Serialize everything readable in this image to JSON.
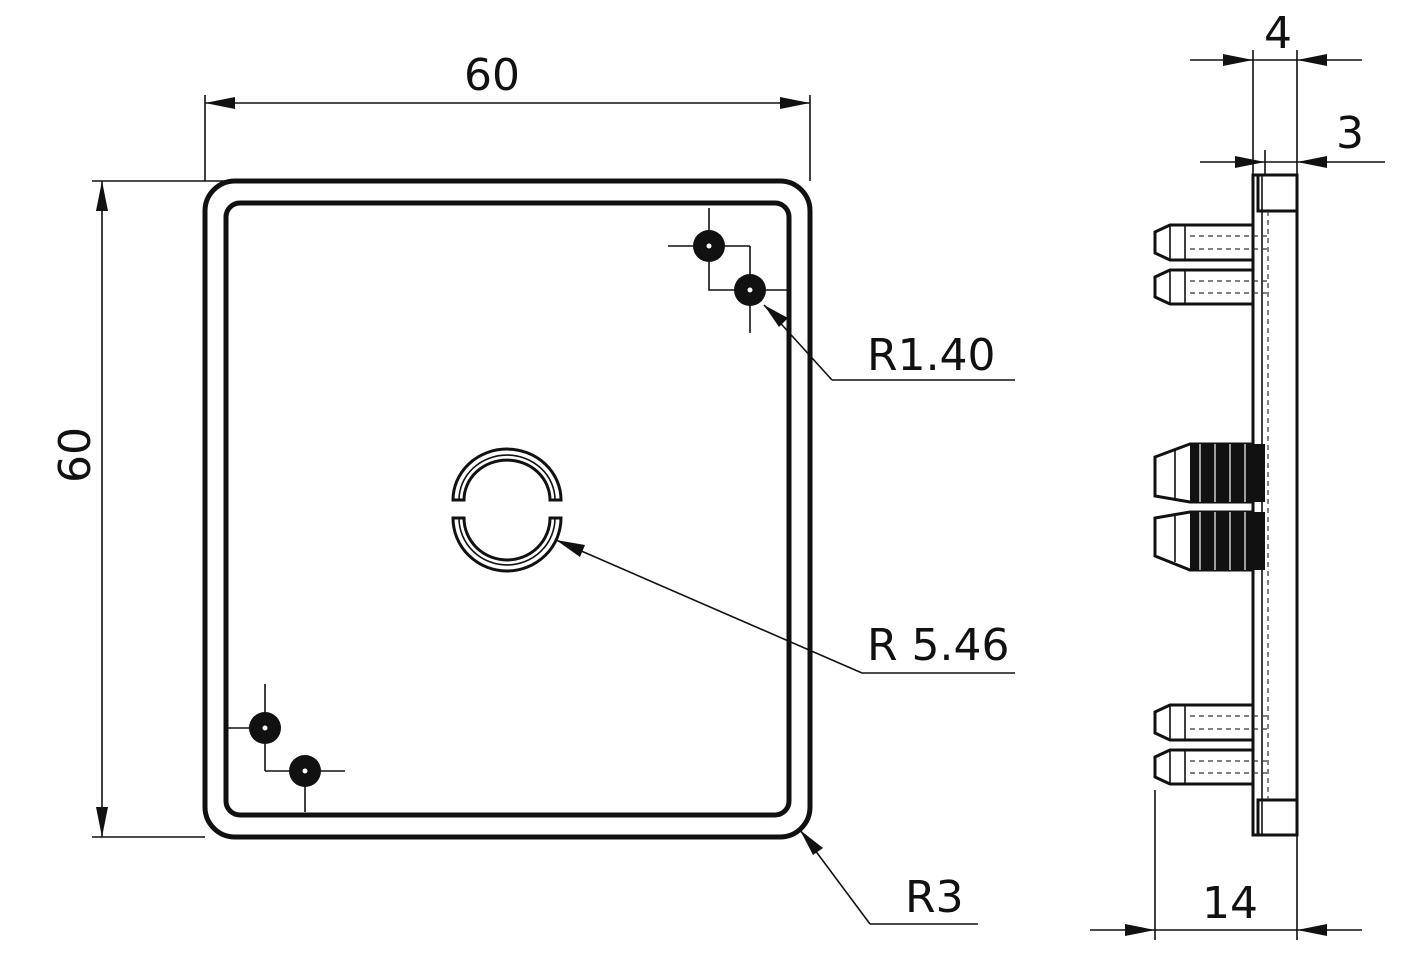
{
  "front_view": {
    "width_dim": "60",
    "height_dim": "60",
    "small_hole_radius": "R1.40",
    "center_radius": "R 5.46",
    "corner_radius": "R3"
  },
  "side_view": {
    "top_dim_4": "4",
    "top_dim_3": "3",
    "bottom_dim_14": "14"
  }
}
